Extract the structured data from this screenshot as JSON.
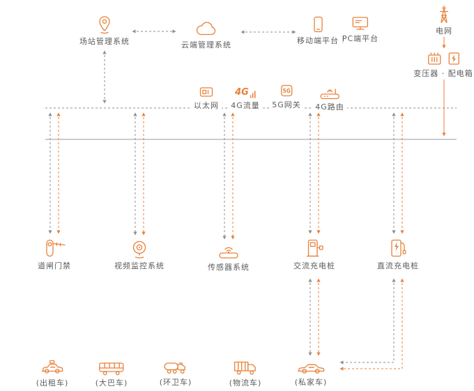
{
  "colors": {
    "accent": "#e8813a",
    "connector_gray": "#8f8f8f",
    "bus_solid_gray": "#9a9a9a",
    "text": "#5c5c5c"
  },
  "badges": {
    "g4": "4G",
    "g5": "5G"
  },
  "nodes": {
    "station_mgmt": "场站管理系统",
    "cloud_mgmt": "云端管理系统",
    "mobile_platform": "移动端平台",
    "platform_separator": "|",
    "pc_platform": "PC端平台",
    "power_grid": "电网",
    "transformer_box": "变压器 · 配电箱",
    "ethernet": "以太网",
    "traffic_4g": "4G流量",
    "gateway_5g": "5G网关",
    "router_4g": "4G路由",
    "gate_access": "道闸门禁",
    "video_surveillance": "视频监控系统",
    "sensor_system": "传感器系统",
    "ac_charger": "交流充电桩",
    "dc_charger": "直流充电桩",
    "taxi": "(出租车)",
    "bus": "(大巴车)",
    "sanitation_truck": "(环卫车)",
    "logistics_truck": "(物流车)",
    "private_car": "(私家车)"
  }
}
